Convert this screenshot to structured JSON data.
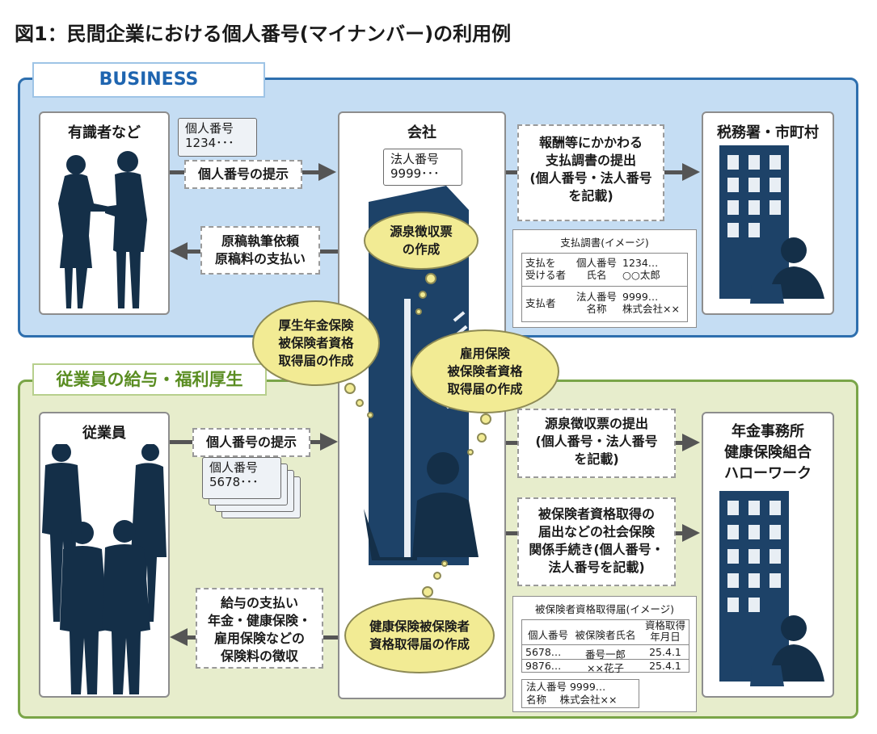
{
  "title": "図1：民間企業における個人番号(マイナンバー)の利用例",
  "sections": {
    "business": "BUSINESS",
    "employee": "従業員の給与・福利厚生"
  },
  "business": {
    "experts": "有識者など",
    "expert_note": "個人番号\n1234･･･",
    "provide_number": "個人番号の提示",
    "manuscript": "原稿執筆依頼\n原稿料の支払い",
    "company": "会社",
    "corp_note": "法人番号\n9999･･･",
    "report_submit": "報酬等にかかわる\n支払調書の提出\n(個人番号・法人番号\nを記載)",
    "tax_office": "税務署・市町村",
    "report_form": {
      "title": "支払調書(イメージ)",
      "row1_label": "支払を\n受ける者",
      "row1_fields": "個人番号\n氏名",
      "row1_values": "1234…\n○○太郎",
      "row2_label": "支払者",
      "row2_fields": "法人番号\n名称",
      "row2_values": "9999…\n株式会社××"
    }
  },
  "bubbles": {
    "withholding": "源泉徴収票\nの作成",
    "pension": "厚生年金保険\n被保険者資格\n取得届の作成",
    "employment": "雇用保険\n被保険者資格\n取得届の作成",
    "health": "健康保険被保険者\n資格取得届の作成"
  },
  "employee": {
    "employees": "従業員",
    "provide_number": "個人番号の提示",
    "emp_note": "個人番号\n5678･･･",
    "payroll": "給与の支払い\n年金・健康保険・\n雇用保険などの\n保険料の徴収",
    "withholding_submit": "源泉徴収票の提出\n(個人番号・法人番号\nを記載)",
    "insurance_proc": "被保険者資格取得の\n届出などの社会保険\n関係手続き(個人番号・\n法人番号を記載)",
    "agencies": "年金事務所\n健康保険組合\nハローワーク",
    "ins_form": {
      "title": "被保険者資格取得届(イメージ)",
      "headers": [
        "個人番号",
        "被保険者氏名",
        "資格取得\n年月日"
      ],
      "rows": [
        [
          "5678…",
          "番号一郎",
          "25.4.1"
        ],
        [
          "9876…",
          "××花子",
          "25.4.1"
        ]
      ],
      "corp": "法人番号 9999…\n名称　 株式会社××"
    }
  }
}
